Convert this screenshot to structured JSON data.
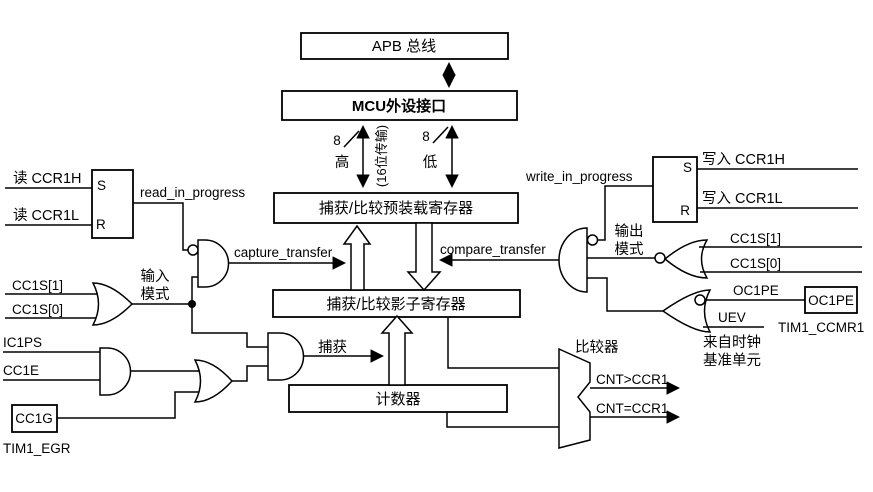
{
  "colors": {
    "ink": "#000000",
    "paper": "#ffffff"
  },
  "top": {
    "apb_bus": "APB 总线",
    "mcu_interface": "MCU外设接口",
    "high_byte_width": "8",
    "high_byte": "高",
    "low_byte_width": "8",
    "low_byte": "低",
    "transfer_note": "(16位传输)"
  },
  "registers": {
    "preload": "捕获/比较预装载寄存器",
    "shadow": "捕获/比较影子寄存器",
    "counter": "计数器"
  },
  "read_side": {
    "read_ccr1h": "读 CCR1H",
    "read_ccr1l": "读 CCR1L",
    "ff_s": "S",
    "ff_r": "R",
    "read_in_progress": "read_in_progress",
    "capture_transfer": "capture_transfer",
    "input_mode": [
      "输入",
      "模式"
    ],
    "cc1s1": "CC1S[1]",
    "cc1s0": "CC1S[0]",
    "ic1ps": "IC1PS",
    "cc1e": "CC1E",
    "cc1g": "CC1G",
    "tim1_egr": "TIM1_EGR",
    "capture": "捕获"
  },
  "write_side": {
    "write_in_progress": "write_in_progress",
    "ff_s": "S",
    "ff_r": "R",
    "write_ccr1h": "写入 CCR1H",
    "write_ccr1l": "写入 CCR1L",
    "output_mode": [
      "输出",
      "模式"
    ],
    "cc1s1": "CC1S[1]",
    "cc1s0": "CC1S[0]",
    "compare_transfer": "compare_transfer",
    "oc1pe_signal": "OC1PE",
    "oc1pe_box": "OC1PE",
    "tim1_ccmr1": "TIM1_CCMR1",
    "uev": "UEV",
    "uev_source": [
      "来自时钟",
      "基准单元"
    ]
  },
  "compare": {
    "comparator": "比较器",
    "cnt_gt_ccr1": "CNT>CCR1",
    "cnt_eq_ccr1": "CNT=CCR1"
  }
}
